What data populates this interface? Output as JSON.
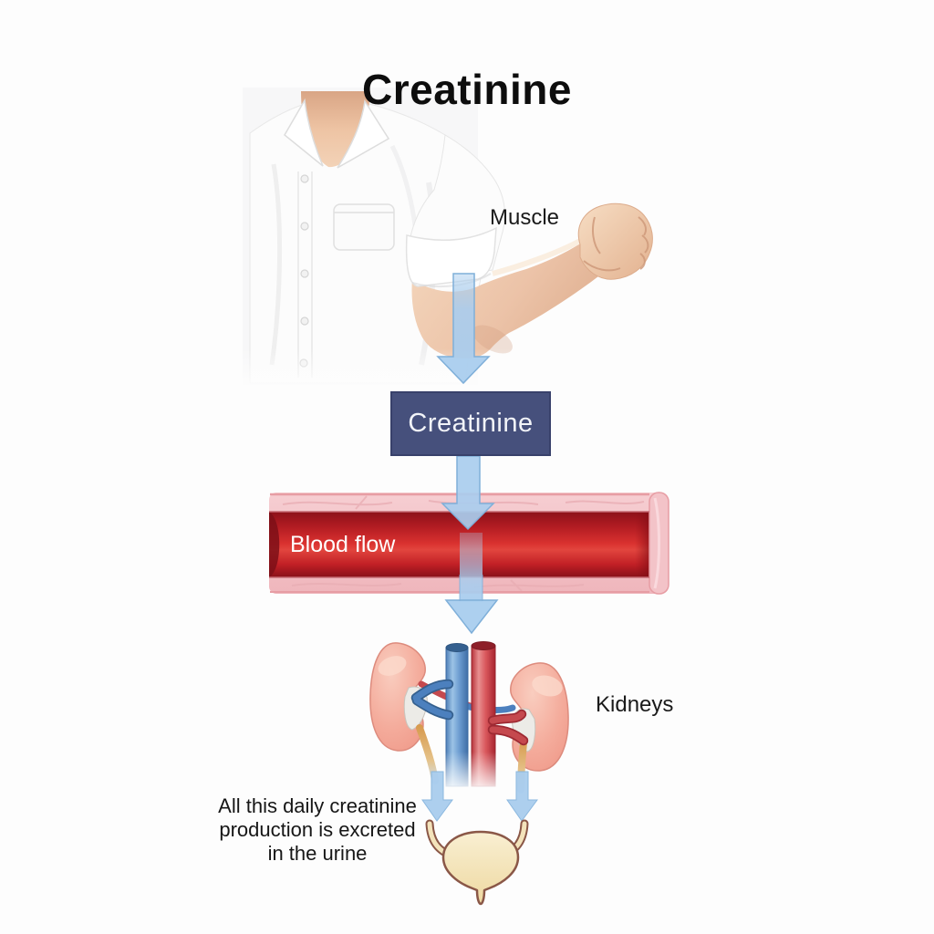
{
  "title": "Creatinine",
  "labels": {
    "muscle": "Muscle",
    "creatinine_box": "Creatinine",
    "blood_flow": "Blood flow",
    "kidneys": "Kidneys"
  },
  "note": {
    "line1": "All this daily creatinine",
    "line2": "production is excreted",
    "line3": "in the urine"
  },
  "colors": {
    "background": "#fdfdfd",
    "title_text": "#0d0d0d",
    "label_text": "#1a1a1a",
    "arrow_fill": "#a9cdee",
    "arrow_stroke": "#7fafd9",
    "creatinine_box_fill": "#46507c",
    "creatinine_box_border": "#38416b",
    "creatinine_box_text": "#f1f3f8",
    "vessel_wall_pink": "#f3c3c8",
    "blood_red": "#d9312f",
    "blood_flow_text": "#ffffff",
    "kidney_pink": "#f0998a",
    "vein_blue": "#6d9dd1",
    "artery_red": "#d9575c",
    "ureter_tan": "#d79a4e",
    "bladder_cream": "#f6e9c2",
    "bladder_outline": "#8a5747",
    "skin_tone": "#ecc3a8"
  }
}
